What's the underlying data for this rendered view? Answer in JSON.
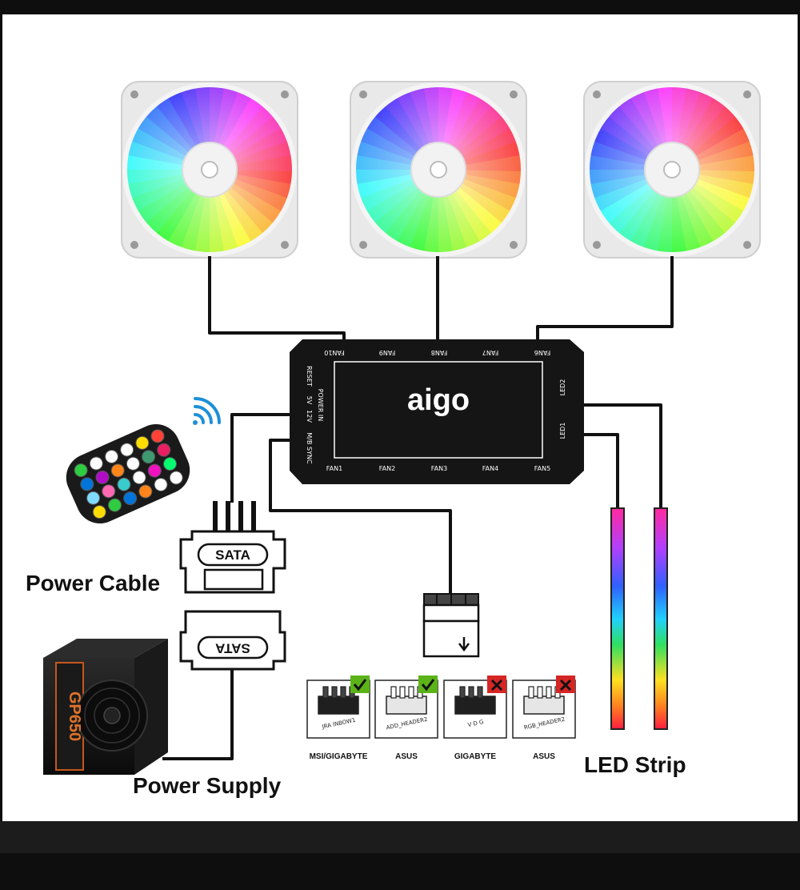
{
  "hub": {
    "brand": "aigo",
    "top_ports": [
      "FAN10",
      "FAN9",
      "FAN8",
      "FAN7",
      "FAN6"
    ],
    "bottom_ports": [
      "FAN1",
      "FAN2",
      "FAN3",
      "FAN4",
      "FAN5"
    ],
    "left_labels": [
      "RESET",
      "5V",
      "12V",
      "POWER IN",
      "M/B SYNC"
    ],
    "right_ports": [
      "LED2",
      "LED1"
    ]
  },
  "labels": {
    "power_cable": "Power Cable",
    "power_supply": "Power Supply",
    "led_strip": "LED Strip",
    "sata": "SATA",
    "psu_model": "GP650"
  },
  "headers": [
    {
      "name": "MSI/GIGABYTE",
      "pin_label": "JRA INBOW1",
      "status": "ok"
    },
    {
      "name": "ASUS",
      "pin_label": "ADD_HEADER2",
      "status": "ok"
    },
    {
      "name": "GIGABYTE",
      "pin_label": "V D G",
      "status": "no"
    },
    {
      "name": "ASUS",
      "pin_label": "RGB_HEADER2",
      "status": "no"
    }
  ],
  "colors": {
    "ok": "#5bb318",
    "no": "#d62525",
    "hub": "#151515",
    "cable": "#111111"
  }
}
